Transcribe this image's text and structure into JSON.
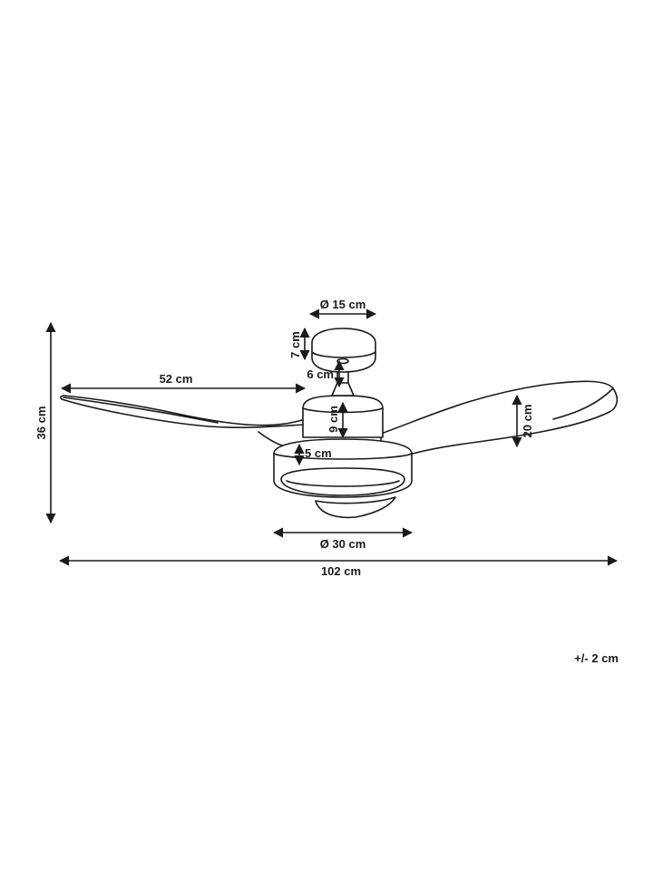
{
  "diagram": {
    "dimensions": {
      "canopy_diameter": "Ø 15 cm",
      "canopy_height": "7 cm",
      "downrod_length": "6 cm",
      "motor_height": "9 cm",
      "blade_length": "52 cm",
      "blade_width": "20 cm",
      "light_height": "5 cm",
      "light_diameter": "Ø 30 cm",
      "total_height": "36 cm",
      "total_span": "102 cm"
    },
    "tolerance": "+/- 2 cm"
  }
}
